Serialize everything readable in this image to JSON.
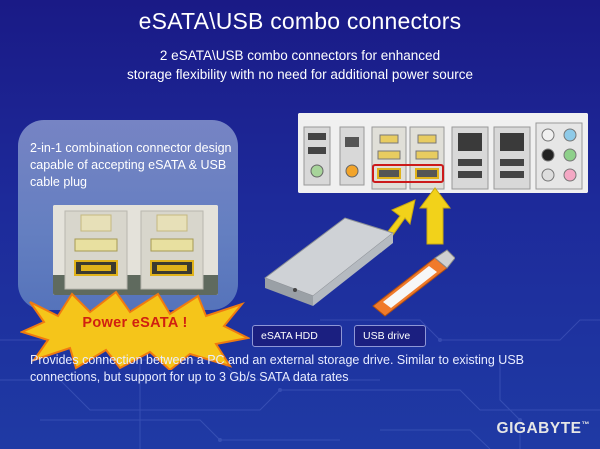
{
  "slide": {
    "title": "eSATA\\USB combo connectors",
    "subtitle_line1": "2 eSATA\\USB combo connectors for enhanced",
    "subtitle_line2": "storage flexibility with no need for additional power source",
    "callout_text": "2-in-1 combination connector design capable of accepting eSATA & USB cable plug",
    "power_label": "Power eSATA !",
    "tag_hdd": "eSATA HDD",
    "tag_usb": "USB drive",
    "description": "Provides connection between a PC and an external storage drive. Similar to existing USB connections, but support for up to 3 Gb/s SATA data rates",
    "logo": "GIGABYTE",
    "logo_mark": "™"
  },
  "colors": {
    "background": "#1d2a9a",
    "callout": "#6a86c4",
    "highlight": "#cc1a1a",
    "arrow": "#f2d21a",
    "power_text": "#d02010",
    "starburst": "#f5c51a"
  }
}
